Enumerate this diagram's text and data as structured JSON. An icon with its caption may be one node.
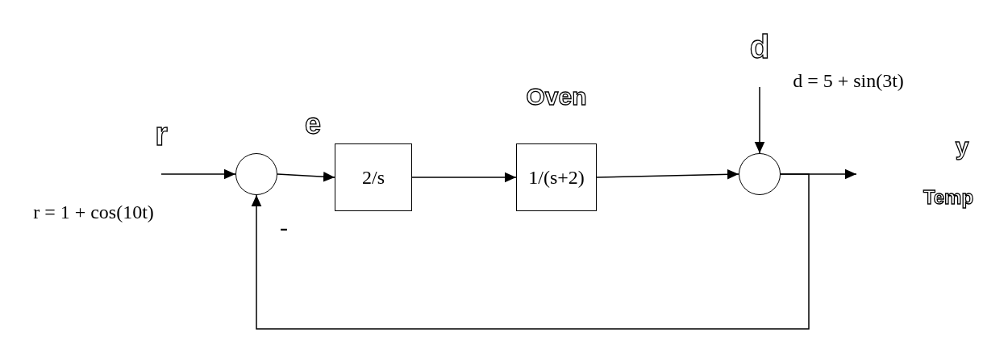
{
  "diagram": {
    "nodes": [
      {
        "text": [],
        "shape": "circle"
      },
      {
        "text": [
          "2/s"
        ]
      },
      {
        "text": [
          "1/(s+2)"
        ],
        "beside": [
          "Oven"
        ]
      },
      {
        "text": [],
        "shape": "circle"
      }
    ],
    "edges": [
      {
        "from": null,
        "to": 0,
        "arrow": "to"
      },
      {
        "from": 0,
        "to": 1,
        "arrow": "to"
      },
      {
        "from": 1,
        "to": 2,
        "arrow": "to"
      },
      {
        "from": 2,
        "to": 3,
        "arrow": "to"
      },
      {
        "from": null,
        "to": 3,
        "arrow": "to"
      },
      {
        "from": 3,
        "to": null,
        "arrow": "to"
      },
      {
        "from": 3,
        "to": 0,
        "arrow": "to"
      }
    ],
    "labels": [
      "d",
      "d = 5 + sin(3t)",
      "r",
      "e",
      "y",
      "Temp",
      "r = 1 + cos(10t)",
      "-"
    ]
  }
}
